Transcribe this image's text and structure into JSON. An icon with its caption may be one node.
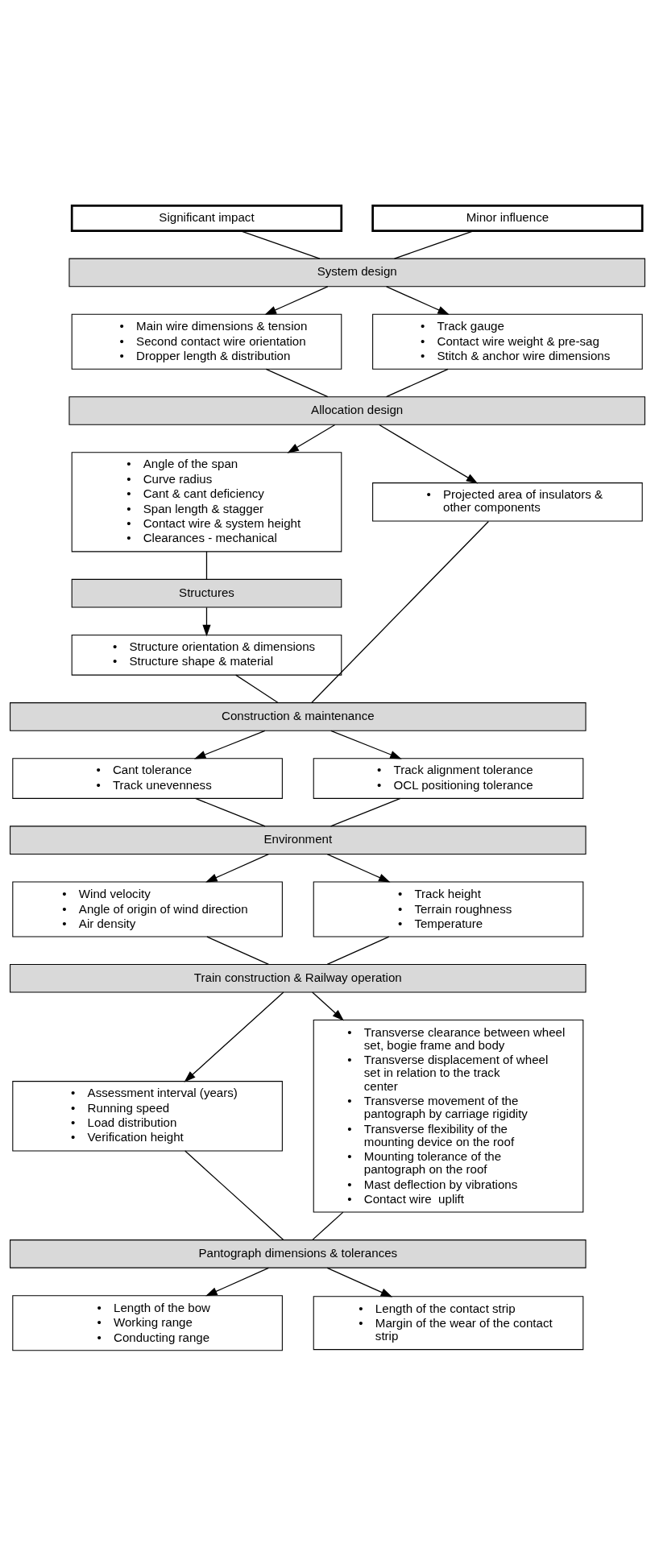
{
  "diagram": {
    "nodes": [
      {
        "text": [
          "Significant impact"
        ]
      },
      {
        "text": [
          "Minor influence"
        ]
      },
      {
        "text": [
          "System design"
        ]
      },
      {
        "text": [
          "• Main wire dimensions & tension",
          "• Second contact wire orientation",
          "• Dropper length & distribution"
        ]
      },
      {
        "text": [
          "• Track gauge",
          "• Contact wire weight & pre-sag",
          "• Stitch & anchor wire dimensions"
        ]
      },
      {
        "text": [
          "Allocation design"
        ]
      },
      {
        "text": [
          "• Angle of the span",
          "• Curve radius",
          "• Cant & cant deficiency",
          "• Span length & stagger",
          "• Contact wire & system height",
          "• Clearances - mechanical"
        ]
      },
      {
        "text": [
          "• Projected area of insulators & other components"
        ]
      },
      {
        "text": [
          "Structures"
        ]
      },
      {
        "text": [
          "• Structure orientation & dimensions",
          "• Structure shape & material"
        ]
      },
      {
        "text": [
          "Construction & maintenance"
        ]
      },
      {
        "text": [
          "• Cant tolerance",
          "• Track unevenness"
        ]
      },
      {
        "text": [
          "• Track alignment tolerance",
          "• OCL positioning tolerance"
        ]
      },
      {
        "text": [
          "Environment"
        ]
      },
      {
        "text": [
          "• Wind velocity",
          "• Angle of origin of wind direction",
          "• Air density"
        ]
      },
      {
        "text": [
          "• Track height",
          "• Terrain roughness",
          "• Temperature"
        ]
      },
      {
        "text": [
          "Train construction & Railway operation"
        ]
      },
      {
        "text": [
          "• Assessment interval (years)",
          "• Running speed",
          "• Load distribution",
          "• Verification height"
        ]
      },
      {
        "text": [
          "• Transverse clearance between wheel set, bogie frame and body",
          "• Transverse displacement of wheel set in relation to the track center",
          "• Transverse movement of the pantograph by carriage rigidity",
          "• Transverse flexibility of the mounting device on the roof",
          "• Mounting tolerance of the pantograph on the roof",
          "• Mast deflection by vibrations",
          "• Contact wire  uplift"
        ]
      },
      {
        "text": [
          "Pantograph dimensions & tolerances"
        ]
      },
      {
        "text": [
          "• Length of the bow",
          "• Working range",
          "• Conducting range"
        ]
      },
      {
        "text": [
          "• Length of the contact strip",
          "• Margin of the wear of the contact strip"
        ]
      }
    ],
    "edges": [
      {
        "from": 0,
        "to": 2,
        "arrow": "none"
      },
      {
        "from": 1,
        "to": 2,
        "arrow": "none"
      },
      {
        "from": 2,
        "to": 3,
        "arrow": "to"
      },
      {
        "from": 2,
        "to": 4,
        "arrow": "to"
      },
      {
        "from": 3,
        "to": 5,
        "arrow": "none"
      },
      {
        "from": 4,
        "to": 5,
        "arrow": "none"
      },
      {
        "from": 5,
        "to": 6,
        "arrow": "to"
      },
      {
        "from": 5,
        "to": 7,
        "arrow": "to"
      },
      {
        "from": 6,
        "to": 8,
        "arrow": "none"
      },
      {
        "from": 8,
        "to": 9,
        "arrow": "to"
      },
      {
        "from": 9,
        "to": 10,
        "arrow": "none"
      },
      {
        "from": 7,
        "to": 10,
        "arrow": "none"
      },
      {
        "from": 10,
        "to": 11,
        "arrow": "to"
      },
      {
        "from": 10,
        "to": 12,
        "arrow": "to"
      },
      {
        "from": 11,
        "to": 13,
        "arrow": "none"
      },
      {
        "from": 12,
        "to": 13,
        "arrow": "none"
      },
      {
        "from": 13,
        "to": 14,
        "arrow": "to"
      },
      {
        "from": 13,
        "to": 15,
        "arrow": "to"
      },
      {
        "from": 14,
        "to": 16,
        "arrow": "none"
      },
      {
        "from": 15,
        "to": 16,
        "arrow": "none"
      },
      {
        "from": 16,
        "to": 17,
        "arrow": "to"
      },
      {
        "from": 16,
        "to": 18,
        "arrow": "to"
      },
      {
        "from": 17,
        "to": 19,
        "arrow": "none"
      },
      {
        "from": 18,
        "to": 19,
        "arrow": "none"
      },
      {
        "from": 19,
        "to": 20,
        "arrow": "to"
      },
      {
        "from": 19,
        "to": 21,
        "arrow": "to"
      }
    ]
  }
}
